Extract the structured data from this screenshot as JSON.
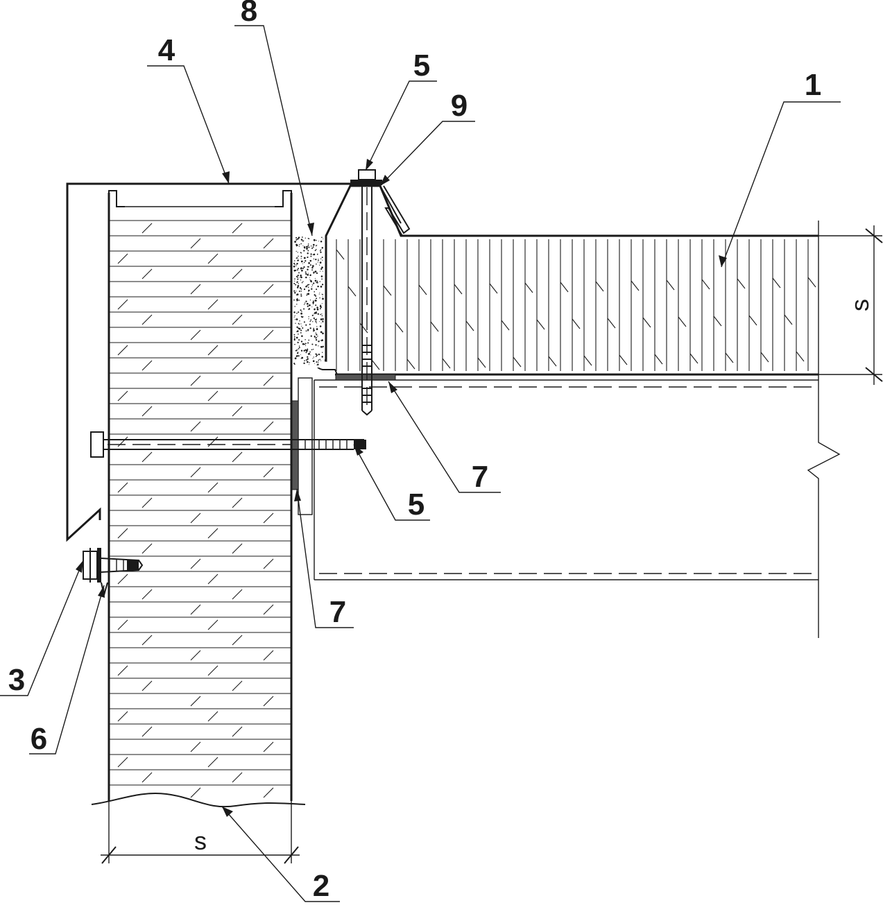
{
  "callouts": [
    {
      "id": "c1",
      "text": "1"
    },
    {
      "id": "c2",
      "text": "2"
    },
    {
      "id": "c3",
      "text": "3"
    },
    {
      "id": "c4",
      "text": "4"
    },
    {
      "id": "c5a",
      "text": "5"
    },
    {
      "id": "c5b",
      "text": "5"
    },
    {
      "id": "c6",
      "text": "6"
    },
    {
      "id": "c7a",
      "text": "7"
    },
    {
      "id": "c7b",
      "text": "7"
    },
    {
      "id": "c8",
      "text": "8"
    },
    {
      "id": "c9",
      "text": "9"
    }
  ],
  "dimensions": {
    "wall_thickness_label": "s",
    "roof_thickness_label": "s"
  }
}
